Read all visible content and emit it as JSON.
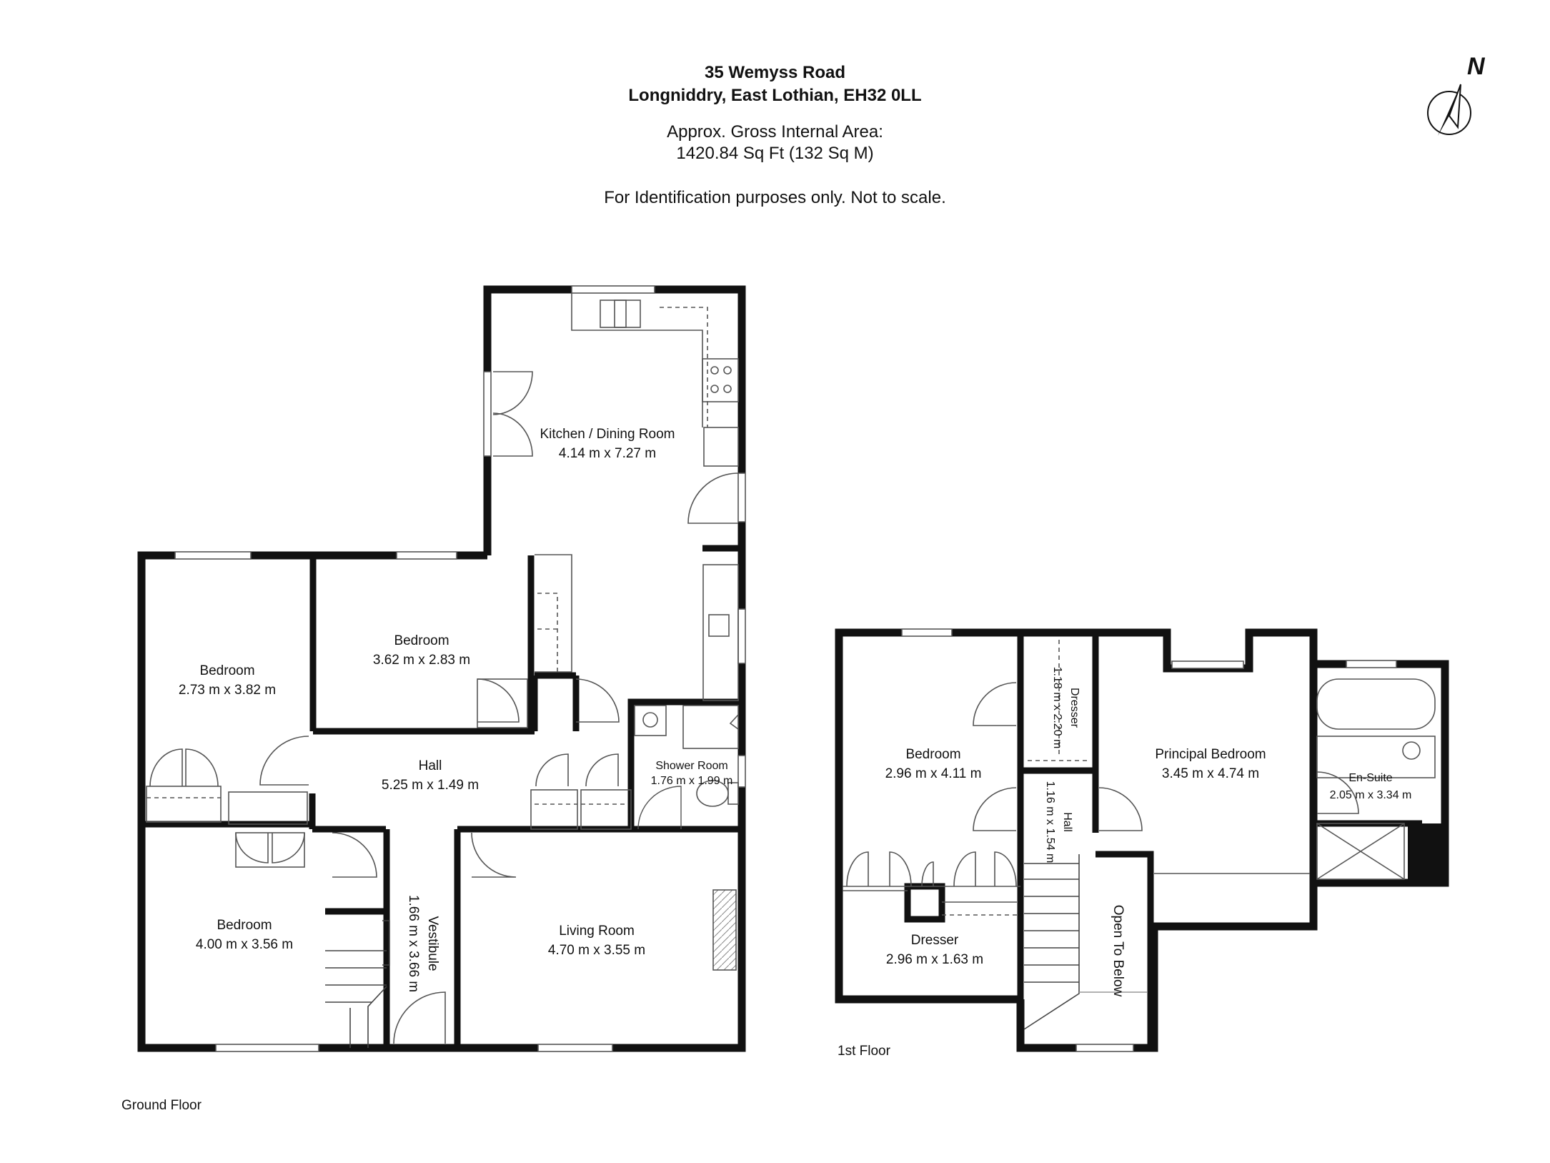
{
  "header": {
    "address_line1": "35 Wemyss Road",
    "address_line2": "Longniddry, East Lothian, EH32 0LL",
    "area_line1": "Approx. Gross Internal Area:",
    "area_line2": "1420.84 Sq Ft (132 Sq M)",
    "disclaimer": "For Identification purposes only. Not to scale."
  },
  "compass": {
    "icon": "north-arrow-icon",
    "label": "N"
  },
  "ground_floor": {
    "label": "Ground Floor",
    "rooms": {
      "kitchen": {
        "name": "Kitchen / Dining Room",
        "size": "4.14 m x 7.27 m"
      },
      "bedroom_nw": {
        "name": "Bedroom",
        "size": "2.73 m x 3.82 m"
      },
      "bedroom_n": {
        "name": "Bedroom",
        "size": "3.62 m x 2.83 m"
      },
      "hall": {
        "name": "Hall",
        "size": "5.25 m x 1.49 m"
      },
      "shower": {
        "name": "Shower Room",
        "size": "1.76 m x 1.99 m"
      },
      "bedroom_sw": {
        "name": "Bedroom",
        "size": "4.00 m x 3.56 m"
      },
      "vestibule": {
        "name": "Vestibule",
        "size": "1.66 m x 3.66 m"
      },
      "living": {
        "name": "Living Room",
        "size": "4.70 m x 3.55 m"
      }
    }
  },
  "first_floor": {
    "label": "1st Floor",
    "rooms": {
      "bedroom": {
        "name": "Bedroom",
        "size": "2.96 m x 4.11 m"
      },
      "dresser_small": {
        "name": "Dresser",
        "size": "1.18 m x 2.20 m"
      },
      "hall": {
        "name": "Hall",
        "size": "1.16 m x 1.54 m"
      },
      "principal": {
        "name": "Principal Bedroom",
        "size": "3.45 m x 4.74 m"
      },
      "ensuite": {
        "name": "En-Suite",
        "size": "2.05 m x 3.34 m"
      },
      "dresser": {
        "name": "Dresser",
        "size": "2.96 m x 1.63 m"
      },
      "open_below": {
        "name": "Open To Below"
      }
    }
  }
}
